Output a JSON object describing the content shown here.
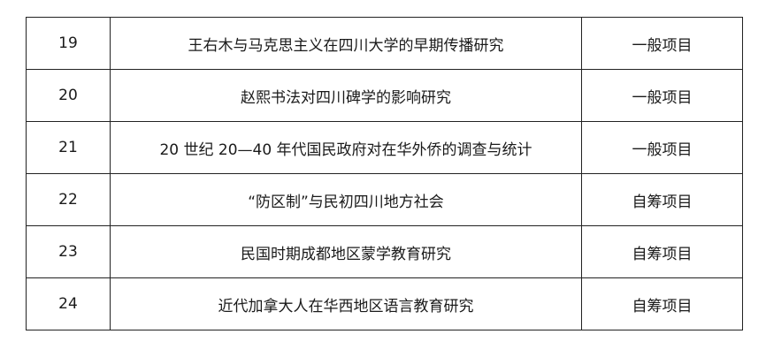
{
  "table": {
    "rows": [
      {
        "num": "19",
        "title": "王右木与马克思主义在四川大学的早期传播研究",
        "type": "一般项目"
      },
      {
        "num": "20",
        "title": "赵熙书法对四川碑学的影响研究",
        "type": "一般项目"
      },
      {
        "num": "21",
        "title": "20 世纪 20—40 年代国民政府对在华外侨的调查与统计",
        "type": "一般项目"
      },
      {
        "num": "22",
        "title": "“防区制”与民初四川地方社会",
        "type": "自筹项目"
      },
      {
        "num": "23",
        "title": "民国时期成都地区蒙学教育研究",
        "type": "自筹项目"
      },
      {
        "num": "24",
        "title": "近代加拿大人在华西地区语言教育研究",
        "type": "自筹项目"
      }
    ]
  }
}
